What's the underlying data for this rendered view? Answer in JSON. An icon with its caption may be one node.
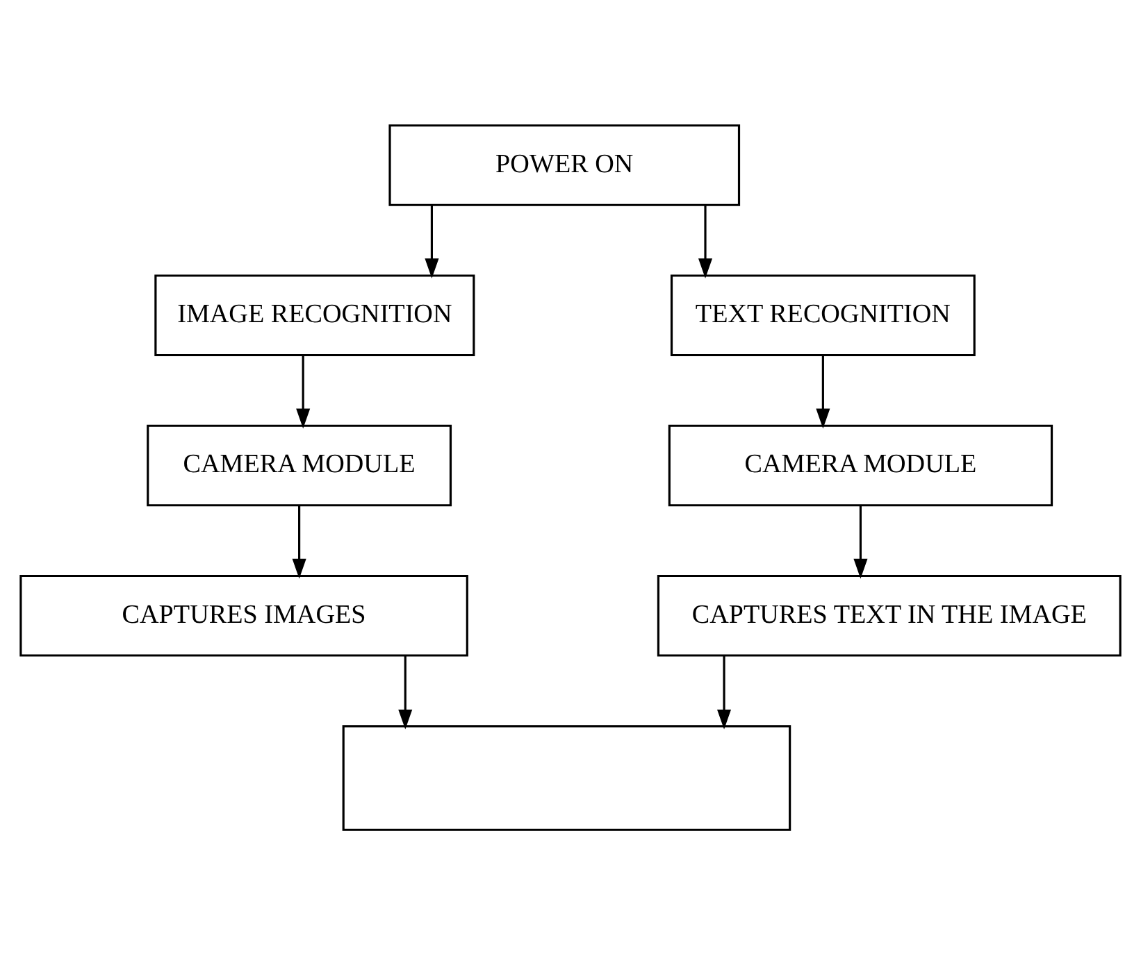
{
  "diagram": {
    "nodes": [
      {
        "text": [
          "POWER ON"
        ]
      },
      {
        "text": [
          "IMAGE RECOGNITION"
        ]
      },
      {
        "text": [
          "TEXT RECOGNITION"
        ]
      },
      {
        "text": [
          "CAMERA MODULE"
        ]
      },
      {
        "text": [
          "CAMERA MODULE"
        ]
      },
      {
        "text": [
          "CAPTURES IMAGES"
        ]
      },
      {
        "text": [
          "CAPTURES TEXT IN THE IMAGE"
        ]
      },
      {
        "text": [],
        "shape": "box"
      }
    ],
    "edges": [
      {
        "from": 0,
        "to": 1,
        "arrow": "to"
      },
      {
        "from": 0,
        "to": 2,
        "arrow": "to"
      },
      {
        "from": 1,
        "to": 3,
        "arrow": "to"
      },
      {
        "from": 3,
        "to": 5,
        "arrow": "to"
      },
      {
        "from": 2,
        "to": 4,
        "arrow": "to"
      },
      {
        "from": 4,
        "to": 6,
        "arrow": "to"
      },
      {
        "from": 5,
        "to": 7,
        "arrow": "to"
      },
      {
        "from": 6,
        "to": 7,
        "arrow": "to"
      }
    ]
  }
}
